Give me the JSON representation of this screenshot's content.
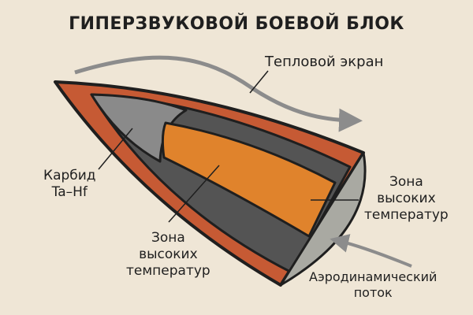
{
  "title": "ГИПЕРЗВУКОВОЙ БОЕВОЙ БЛОК",
  "labels": {
    "heat_shield": "Тепловой экран",
    "carbide_line1": "Карбид",
    "carbide_line2": "Ta–Hf",
    "zone_left": [
      "Зона",
      "высоких",
      "температур"
    ],
    "zone_right": [
      "Зона",
      "высоких",
      "температур"
    ],
    "flow_line1": "Аэродинамический",
    "flow_line2": "поток"
  },
  "colors": {
    "background": "#efe6d6",
    "shell": "#c65a34",
    "insulation": "#545454",
    "nose_cap": "#8a8a8a",
    "hot_zone": "#e0832c",
    "back_face": "#a9a9a2",
    "arrow": "#8c8c8c"
  }
}
